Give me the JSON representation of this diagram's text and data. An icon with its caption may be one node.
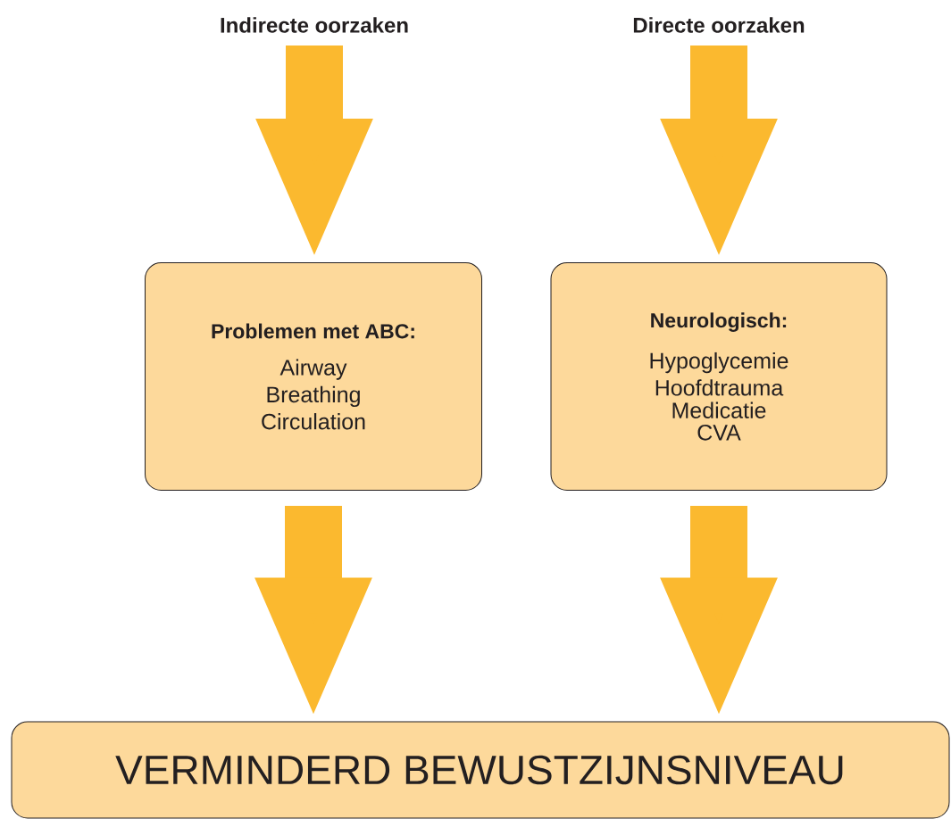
{
  "diagram": {
    "nodes": [
      {
        "text": [
          "Indirecte oorzaken"
        ]
      },
      {
        "text": [
          "Directe oorzaken"
        ]
      },
      {
        "text": [
          "Problemen met ABC:",
          "Airway",
          "Breathing",
          "Circulation"
        ]
      },
      {
        "text": [
          "Neurologisch:",
          "Hypoglycemie",
          "Hoofdtrauma",
          "Medicatie",
          "CVA"
        ]
      },
      {
        "text": [
          "VERMINDERD BEWUSTZIJNSNIVEAU"
        ]
      }
    ],
    "edges": [
      {
        "from": 0,
        "to": 2,
        "arrow": "to"
      },
      {
        "from": 1,
        "to": 3,
        "arrow": "to"
      },
      {
        "from": 2,
        "to": 4,
        "arrow": "to"
      },
      {
        "from": 3,
        "to": 4,
        "arrow": "to"
      }
    ]
  }
}
